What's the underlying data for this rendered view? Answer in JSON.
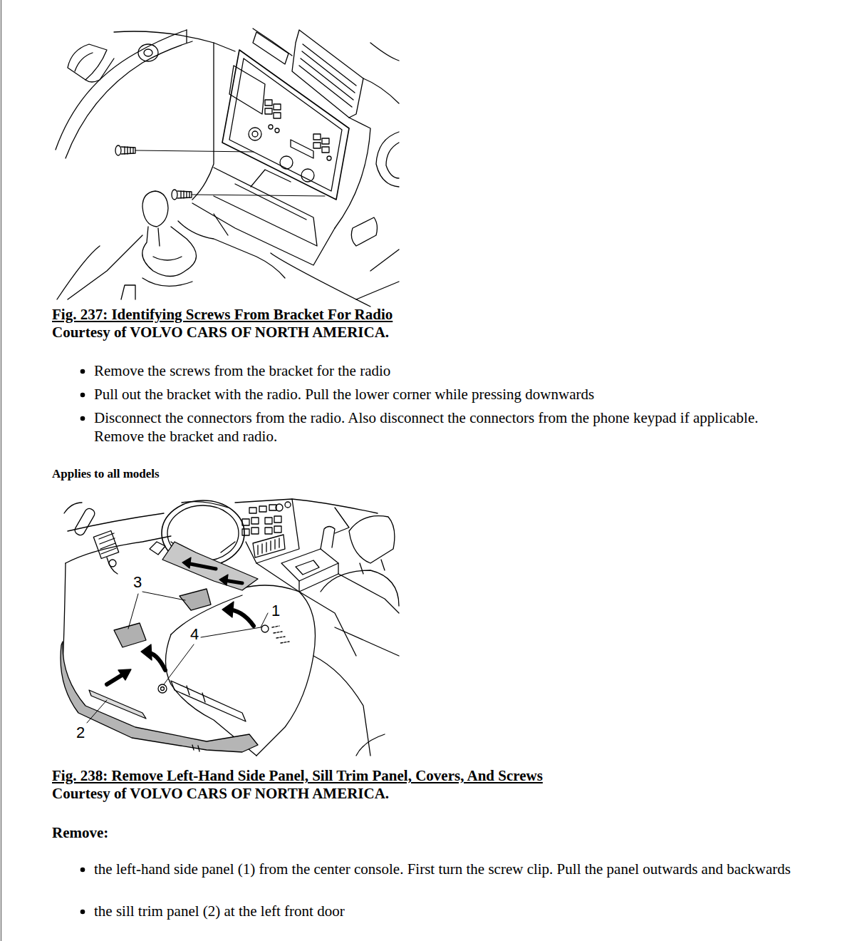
{
  "diagram": {
    "labels": [
      "Fig. 237: Identifying Screws From Bracket For Radio",
      "Courtesy of VOLVO CARS OF NORTH AMERICA.",
      "Remove the screws from the bracket for the radio",
      "Pull out the bracket with the radio. Pull the lower corner while pressing downwards",
      "Disconnect the connectors from the radio. Also disconnect the connectors from the phone keypad if applicable. Remove the bracket and radio.",
      "Applies to all models",
      "3",
      "1",
      "4",
      "2",
      "Fig. 238: Remove Left-Hand Side Panel, Sill Trim Panel, Covers, And Screws",
      "Courtesy of VOLVO CARS OF NORTH AMERICA.",
      "Remove:",
      "the left-hand side panel (1) from the center console. First turn the screw clip. Pull the panel outwards and backwards",
      "the sill trim panel (2) at the left front door"
    ]
  }
}
